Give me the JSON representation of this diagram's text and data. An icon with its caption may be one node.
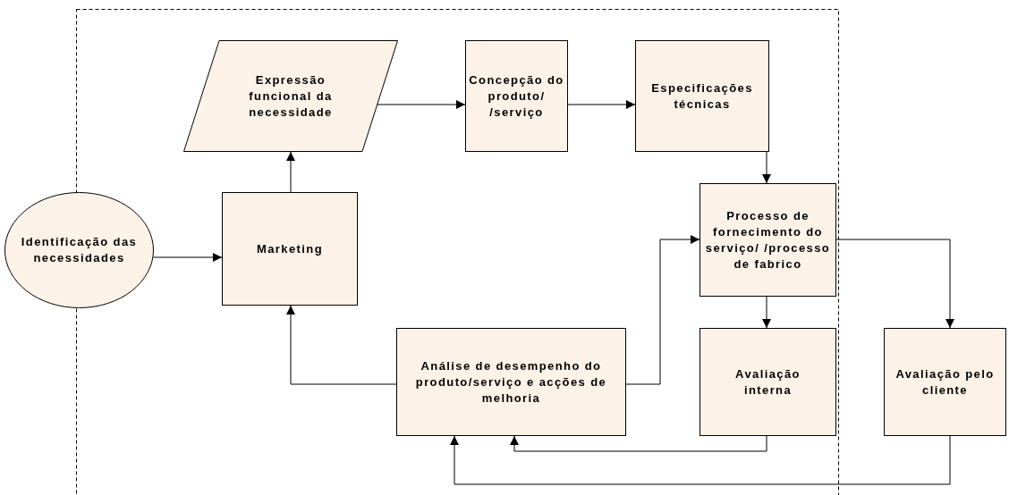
{
  "diagram": {
    "nodes": [
      {
        "text": [
          "Identificação das necessidades"
        ]
      },
      {
        "text": [
          "Marketing"
        ]
      },
      {
        "text": [
          "Expressão funcional da necessidade"
        ]
      },
      {
        "text": [
          "Concepção do produto/ /serviço"
        ]
      },
      {
        "text": [
          "Especificações técnicas"
        ]
      },
      {
        "text": [
          "Processo de fornecimento do serviço/ /processo de fabrico"
        ]
      },
      {
        "text": [
          "Análise de desempenho do produto/serviço e acções de melhoria"
        ]
      },
      {
        "text": [
          "Avaliação interna"
        ]
      },
      {
        "text": [
          "Avaliação pelo cliente"
        ]
      }
    ],
    "edges": [
      {
        "from": 0,
        "to": 1,
        "arrow": "to"
      },
      {
        "from": 1,
        "to": 2,
        "arrow": "to"
      },
      {
        "from": 2,
        "to": 3,
        "arrow": "to"
      },
      {
        "from": 3,
        "to": 4,
        "arrow": "to"
      },
      {
        "from": 4,
        "to": 5,
        "arrow": "to"
      },
      {
        "from": 5,
        "to": 7,
        "arrow": "to"
      },
      {
        "from": 5,
        "to": 8,
        "arrow": "to"
      },
      {
        "from": 6,
        "to": 5,
        "arrow": "to"
      },
      {
        "from": 6,
        "to": 1,
        "arrow": "to"
      },
      {
        "from": 7,
        "to": 6,
        "arrow": "to"
      },
      {
        "from": 8,
        "to": 6,
        "arrow": "to"
      }
    ]
  }
}
